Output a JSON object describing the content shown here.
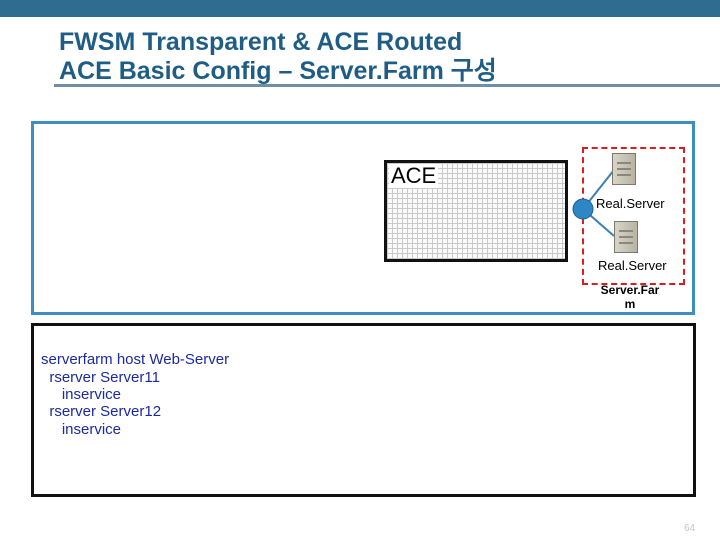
{
  "slide": {
    "title_line1": "FWSM Transparent & ACE Routed",
    "title_line2": "ACE Basic Config – Server.Farm 구성",
    "page_number": "64"
  },
  "diagram": {
    "ace_label": "ACE",
    "real_server_1": "Real.Server",
    "real_server_2": "Real.Server",
    "server_farm_line1": "Server.Far",
    "server_farm_line2": "m"
  },
  "config": {
    "lines": [
      "serverfarm host Web-Server",
      "  rserver Server11",
      "     inservice",
      "  rserver Server12",
      "     inservice"
    ]
  },
  "colors": {
    "title": "#1f5d86",
    "top_bar": "#2f6c8f",
    "diagram_border": "#3e8ec4",
    "farm_border": "#d81e1e",
    "config_text": "#1b2aa0",
    "connector": "#3a7fb6"
  }
}
